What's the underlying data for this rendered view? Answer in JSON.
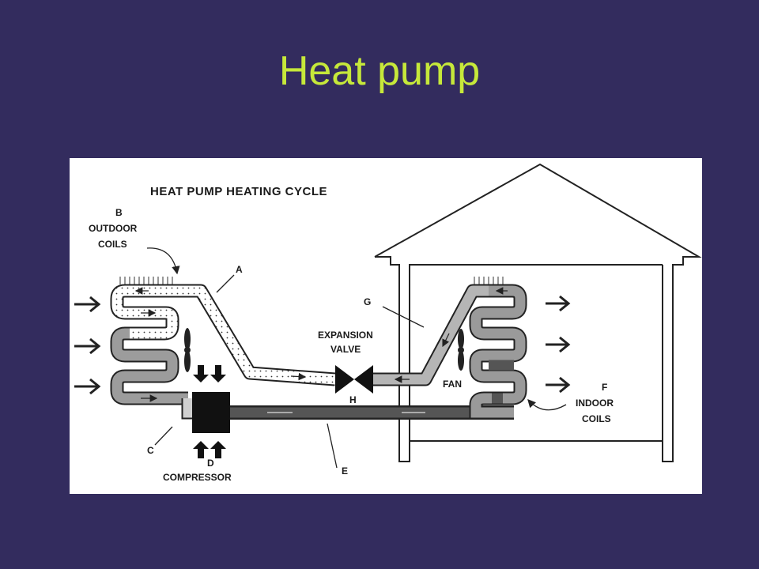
{
  "slide": {
    "title": "Heat pump",
    "title_color": "#c6e83a",
    "background": "#332c5e"
  },
  "diagram": {
    "heading": "HEAT PUMP HEATING CYCLE",
    "labels": {
      "b_letter": "B",
      "b_line1": "OUTDOOR",
      "b_line2": "COILS",
      "a_letter": "A",
      "g_letter": "G",
      "exp_line1": "EXPANSION",
      "exp_line2": "VALVE",
      "h_letter": "H",
      "fan": "FAN",
      "f_letter": "F",
      "f_line1": "INDOOR",
      "f_line2": "COILS",
      "c_letter": "C",
      "d_letter": "D",
      "compressor": "COMPRESSOR",
      "e_letter": "E"
    }
  }
}
